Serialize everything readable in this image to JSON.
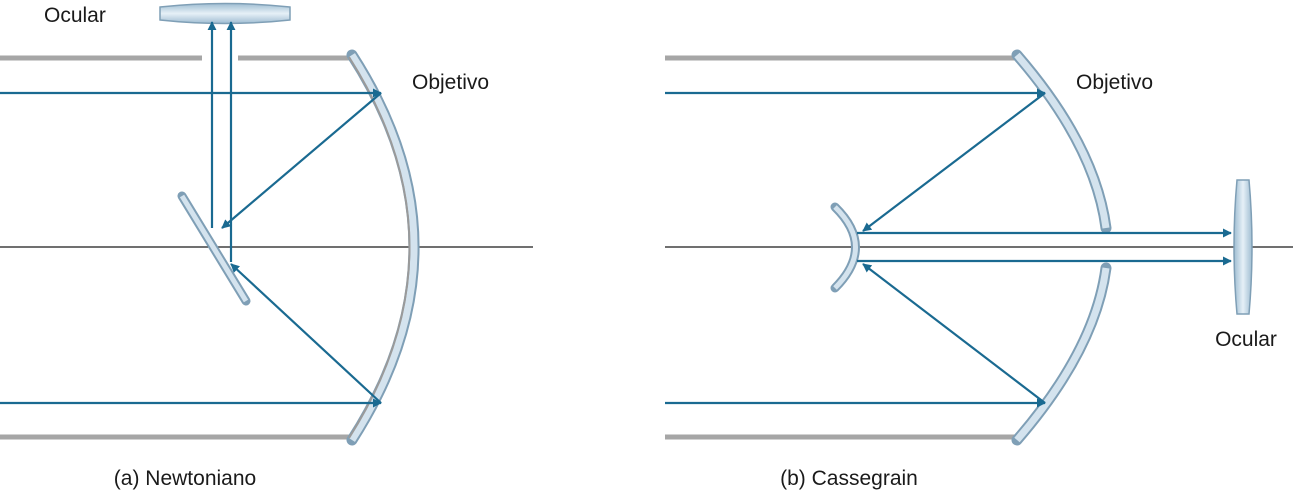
{
  "panels": [
    {
      "id": "newtonian",
      "caption": "(a) Newtoniano",
      "labels": {
        "eyepiece": "Ocular",
        "objective": "Objetivo"
      }
    },
    {
      "id": "cassegrain",
      "caption": "(b) Cassegrain",
      "labels": {
        "eyepiece": "Ocular",
        "objective": "Objetivo"
      }
    }
  ],
  "colors": {
    "ray": "#1a6a91",
    "axis": "#1a1a1a",
    "tube": "#a6a6a6",
    "optic_fill": "#c9dbe8",
    "optic_edge": "#7f9fb6"
  }
}
